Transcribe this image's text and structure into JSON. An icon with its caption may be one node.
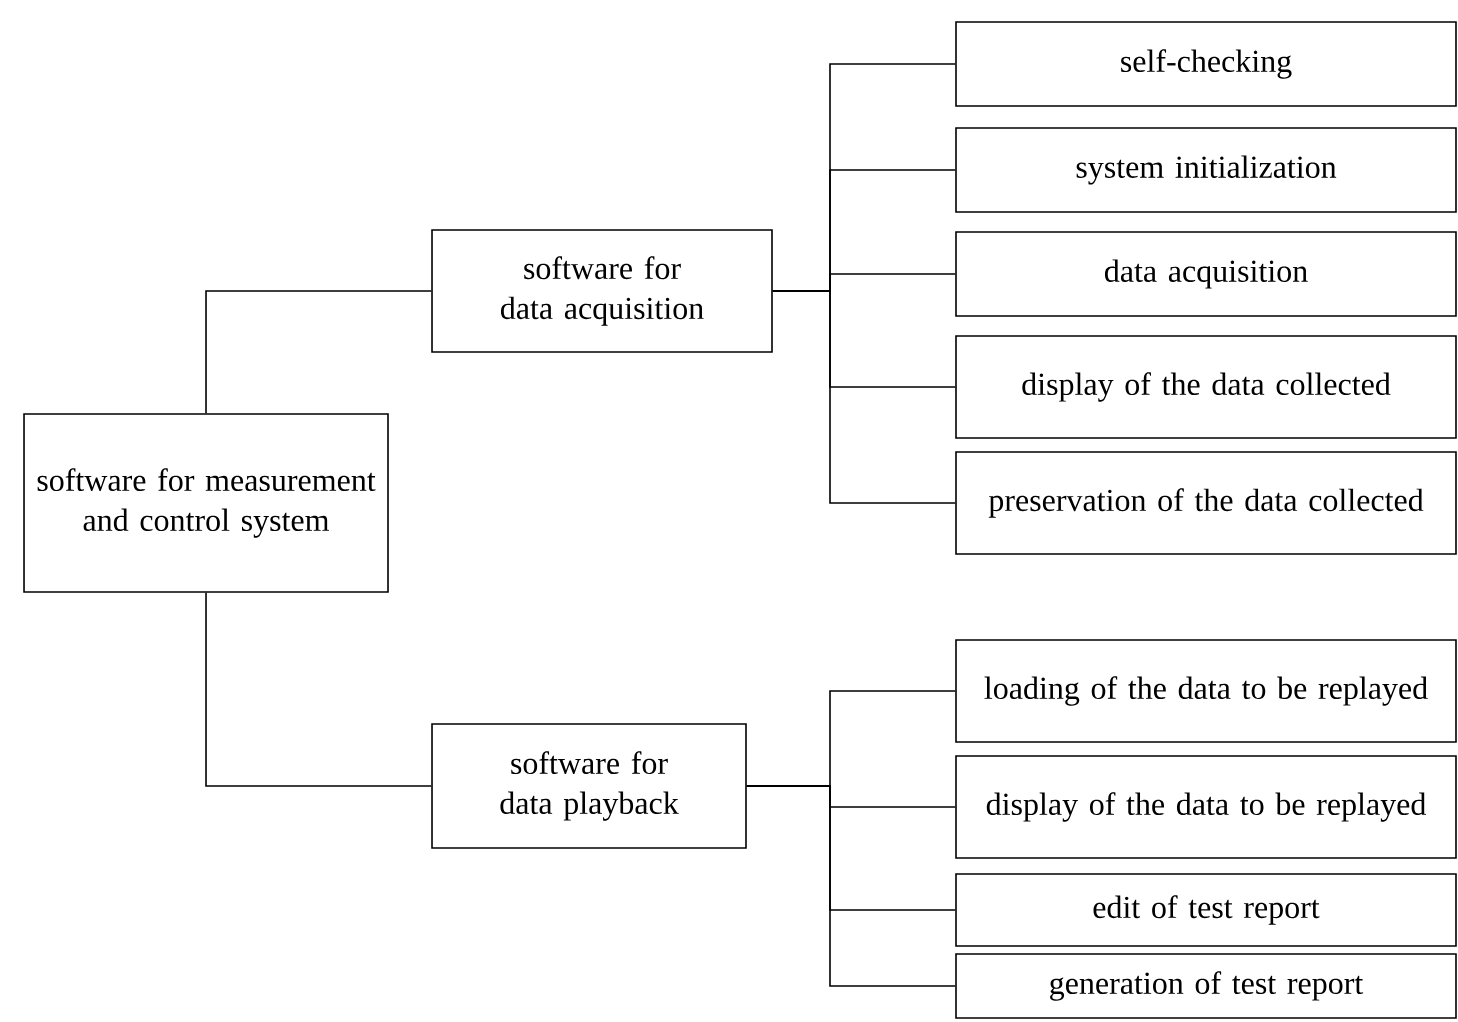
{
  "diagram": {
    "nodes": [
      {
        "text": [
          "software for measurement and control system"
        ]
      },
      {
        "text": [
          "software for data acquisition"
        ]
      },
      {
        "text": [
          "software for data playback"
        ]
      },
      {
        "text": [
          "self-checking"
        ]
      },
      {
        "text": [
          "system initialization"
        ]
      },
      {
        "text": [
          "data acquisition"
        ]
      },
      {
        "text": [
          "display of the data collected"
        ]
      },
      {
        "text": [
          "preservation of the data collected"
        ]
      },
      {
        "text": [
          "loading of the data to be replayed"
        ]
      },
      {
        "text": [
          "display of the data to be replayed"
        ]
      },
      {
        "text": [
          "edit of test report"
        ]
      },
      {
        "text": [
          "generation of test report"
        ]
      }
    ],
    "edges": [
      {
        "from": 0,
        "to": 1,
        "arrow": "none"
      },
      {
        "from": 0,
        "to": 2,
        "arrow": "none"
      },
      {
        "from": 1,
        "to": 3,
        "arrow": "none"
      },
      {
        "from": 1,
        "to": 4,
        "arrow": "none"
      },
      {
        "from": 1,
        "to": 5,
        "arrow": "none"
      },
      {
        "from": 1,
        "to": 6,
        "arrow": "none"
      },
      {
        "from": 1,
        "to": 7,
        "arrow": "none"
      },
      {
        "from": 2,
        "to": 8,
        "arrow": "none"
      },
      {
        "from": 2,
        "to": 9,
        "arrow": "none"
      },
      {
        "from": 2,
        "to": 10,
        "arrow": "none"
      },
      {
        "from": 2,
        "to": 11,
        "arrow": "none"
      }
    ]
  }
}
